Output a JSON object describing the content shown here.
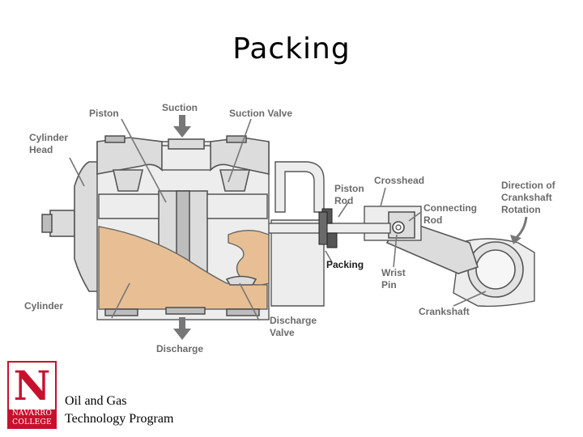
{
  "slide": {
    "title": "Packing"
  },
  "diagram": {
    "labels": {
      "piston": "Piston",
      "suction": "Suction",
      "suction_valve": "Suction Valve",
      "cylinder_head_1": "Cylinder",
      "cylinder_head_2": "Head",
      "crosshead": "Crosshead",
      "piston_rod_1": "Piston",
      "piston_rod_2": "Rod",
      "direction_1": "Direction of",
      "direction_2": "Crankshaft",
      "direction_3": "Rotation",
      "connecting_rod_1": "Connecting",
      "connecting_rod_2": "Rod",
      "packing": "Packing",
      "wrist_pin_1": "Wrist",
      "wrist_pin_2": "Pin",
      "cylinder": "Cylinder",
      "crankshaft": "Crankshaft",
      "discharge_valve_1": "Discharge",
      "discharge_valve_2": "Valve",
      "discharge": "Discharge"
    }
  },
  "footer": {
    "logo_text_1": "NAVARRO",
    "logo_text_2": "COLLEGE",
    "program_line_1": "Oil and Gas",
    "program_line_2": "Technology Program"
  },
  "colors": {
    "gas_fill": "#e8bf94",
    "metal": "#dcdcdc",
    "packing": "#555555",
    "logo_red": "#c8102e"
  }
}
